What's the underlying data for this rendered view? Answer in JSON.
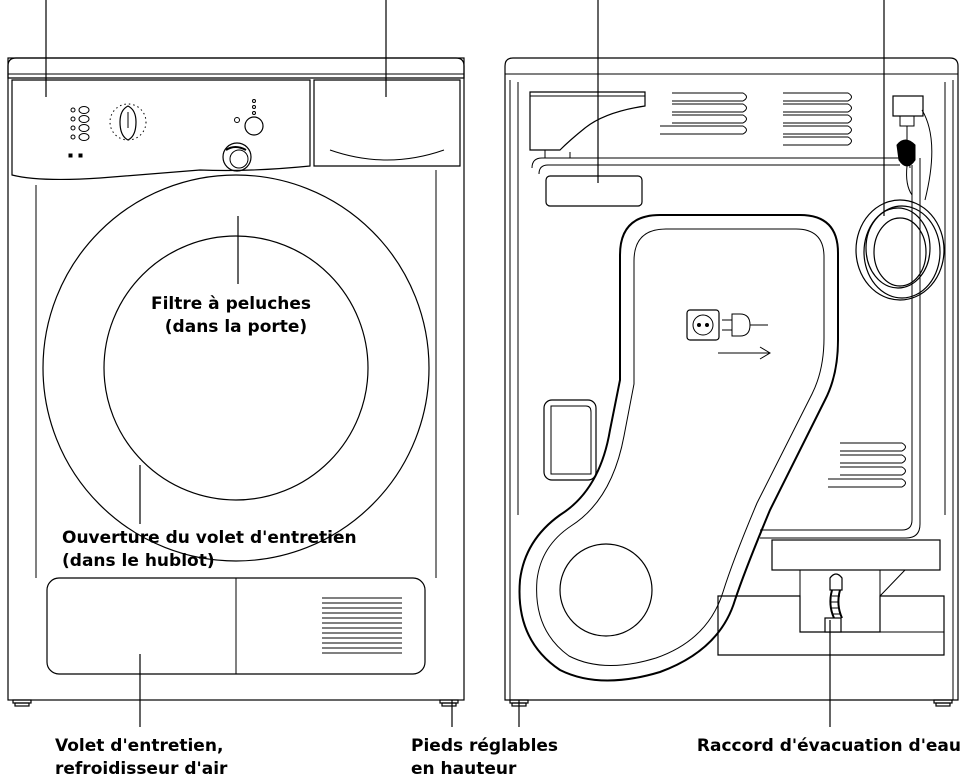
{
  "labels": {
    "lint_filter_line1": "Filtre à peluches",
    "lint_filter_line2": "(dans la porte)",
    "service_flap_line1": "Ouverture du volet d'entretien",
    "service_flap_line2": "(dans le hublot)",
    "air_cooler_line1": "Volet d'entretien,",
    "air_cooler_line2": "refroidisseur d'air",
    "feet_line1": "Pieds réglables",
    "feet_line2": "en hauteur",
    "drain": "Raccord d'évacuation d'eau"
  },
  "icons": [
    "power-socket-icon",
    "plug-icon",
    "arrow-right-icon"
  ]
}
